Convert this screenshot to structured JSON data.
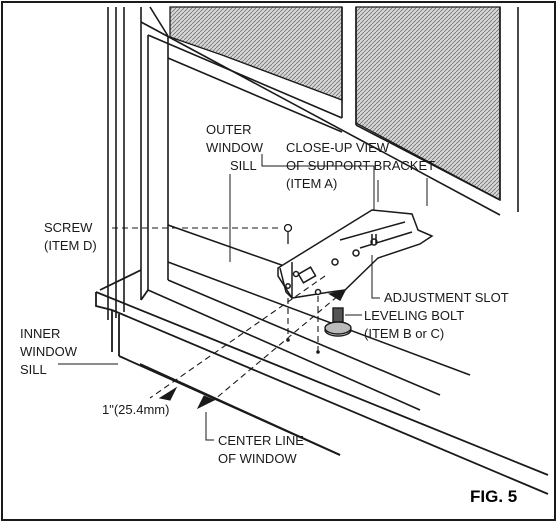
{
  "labels": {
    "outer_sill": [
      "OUTER",
      "WINDOW",
      "SILL"
    ],
    "close_up": [
      "CLOSE-UP VIEW",
      "OF SUPPORT BRACKET",
      "(ITEM A)"
    ],
    "screw": [
      "SCREW",
      "(ITEM D)"
    ],
    "adjustment_slot": "ADJUSTMENT SLOT",
    "leveling_bolt": [
      "LEVELING BOLT",
      "(ITEM B or C)"
    ],
    "inner_sill": [
      "INNER",
      "WINDOW",
      "SILL"
    ],
    "measurement": "1\"(25.4mm)",
    "center_line": [
      "CENTER LINE",
      "OF WINDOW"
    ],
    "figure_label": "FIG. 5"
  },
  "colors": {
    "line": "#1a1a1a",
    "glass_hatch": "#8c8c8c"
  }
}
